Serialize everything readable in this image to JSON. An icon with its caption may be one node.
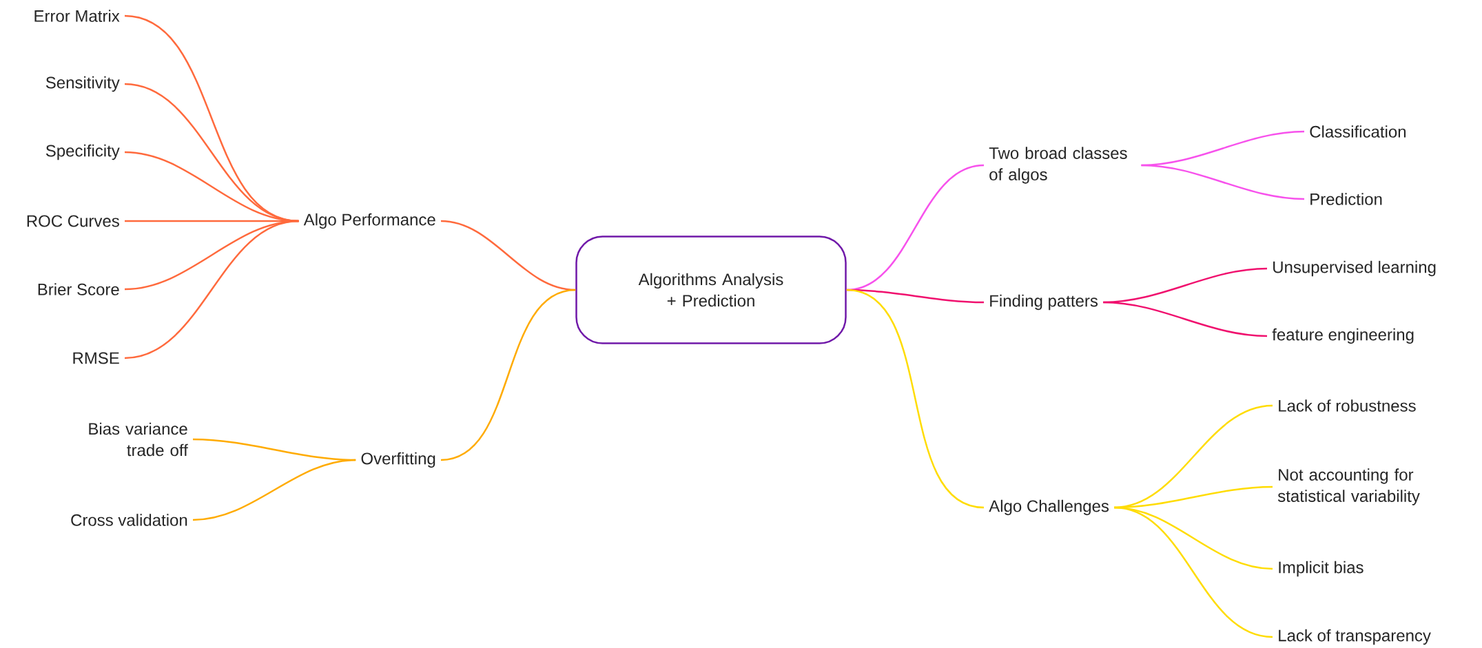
{
  "diagram": {
    "nodes": [
      {
        "text": [
          "Algorithms Analysis + Prediction"
        ]
      },
      {
        "text": [
          "Algo Performance"
        ]
      },
      {
        "text": [
          "Error Matrix"
        ]
      },
      {
        "text": [
          "Sensitivity"
        ]
      },
      {
        "text": [
          "Specificity"
        ]
      },
      {
        "text": [
          "ROC Curves"
        ]
      },
      {
        "text": [
          "Brier Score"
        ]
      },
      {
        "text": [
          "RMSE"
        ]
      },
      {
        "text": [
          "Overfitting"
        ]
      },
      {
        "text": [
          "Bias variance trade off"
        ]
      },
      {
        "text": [
          "Cross validation"
        ]
      },
      {
        "text": [
          "Two broad classes of algos"
        ]
      },
      {
        "text": [
          "Classification"
        ]
      },
      {
        "text": [
          "Prediction"
        ]
      },
      {
        "text": [
          "Finding patters"
        ]
      },
      {
        "text": [
          "Unsupervised learning"
        ]
      },
      {
        "text": [
          "feature engineering"
        ]
      },
      {
        "text": [
          "Algo Challenges"
        ]
      },
      {
        "text": [
          "Lack of robustness"
        ]
      },
      {
        "text": [
          "Not accounting for statistical variability"
        ]
      },
      {
        "text": [
          "Implicit bias"
        ]
      },
      {
        "text": [
          "Lack of transparency"
        ]
      }
    ],
    "edges": [
      {
        "from": 0,
        "to": 1,
        "arrow": "none",
        "color": "#ff6a3d"
      },
      {
        "from": 1,
        "to": 2,
        "arrow": "none",
        "color": "#ff6a3d"
      },
      {
        "from": 1,
        "to": 3,
        "arrow": "none",
        "color": "#ff6a3d"
      },
      {
        "from": 1,
        "to": 4,
        "arrow": "none",
        "color": "#ff6a3d"
      },
      {
        "from": 1,
        "to": 5,
        "arrow": "none",
        "color": "#ff6a3d"
      },
      {
        "from": 1,
        "to": 6,
        "arrow": "none",
        "color": "#ff6a3d"
      },
      {
        "from": 1,
        "to": 7,
        "arrow": "none",
        "color": "#ff6a3d"
      },
      {
        "from": 0,
        "to": 8,
        "arrow": "none",
        "color": "#ffab00"
      },
      {
        "from": 8,
        "to": 9,
        "arrow": "none",
        "color": "#ffab00"
      },
      {
        "from": 8,
        "to": 10,
        "arrow": "none",
        "color": "#ffab00"
      },
      {
        "from": 0,
        "to": 11,
        "arrow": "none",
        "color": "#f752ec"
      },
      {
        "from": 11,
        "to": 12,
        "arrow": "none",
        "color": "#f752ec"
      },
      {
        "from": 11,
        "to": 13,
        "arrow": "none",
        "color": "#f752ec"
      },
      {
        "from": 0,
        "to": 14,
        "arrow": "none",
        "color": "#f0106e"
      },
      {
        "from": 14,
        "to": 15,
        "arrow": "none",
        "color": "#f0106e"
      },
      {
        "from": 14,
        "to": 16,
        "arrow": "none",
        "color": "#f0106e"
      },
      {
        "from": 0,
        "to": 17,
        "arrow": "none",
        "color": "#ffdc00"
      },
      {
        "from": 17,
        "to": 18,
        "arrow": "none",
        "color": "#ffdc00"
      },
      {
        "from": 17,
        "to": 19,
        "arrow": "none",
        "color": "#ffdc00"
      },
      {
        "from": 17,
        "to": 20,
        "arrow": "none",
        "color": "#ffdc00"
      },
      {
        "from": 17,
        "to": 21,
        "arrow": "none",
        "color": "#ffdc00"
      }
    ]
  }
}
